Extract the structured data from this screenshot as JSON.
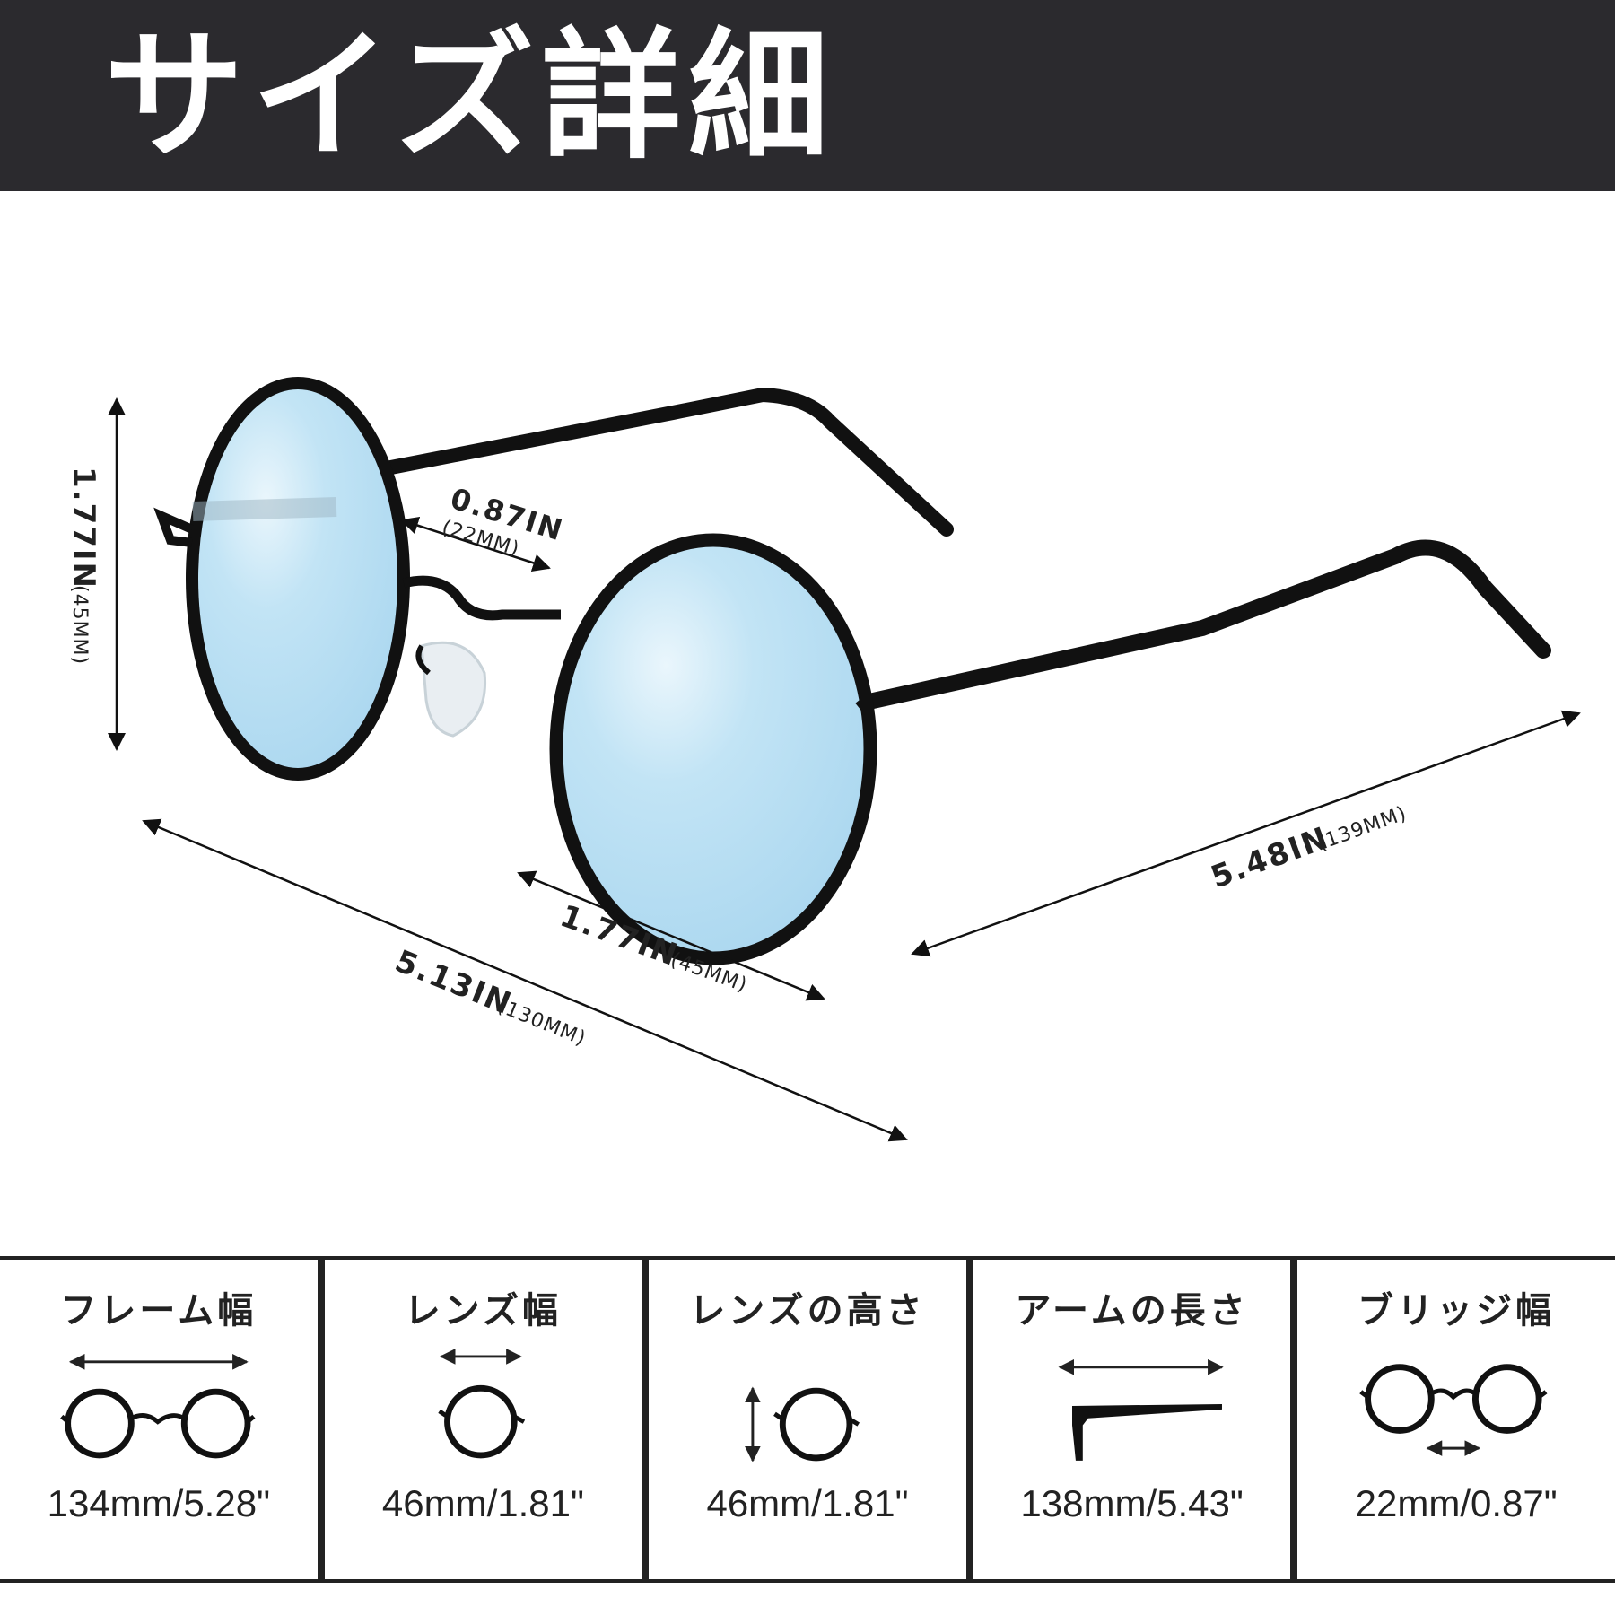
{
  "header": {
    "title": "サイズ詳細"
  },
  "dimensions": {
    "bridge": {
      "main": "0.87IN",
      "sub": "(22MM)"
    },
    "lens_height": {
      "main": "1.77IN",
      "sub": "(45MM)"
    },
    "lens_width": {
      "main": "1.77IN",
      "sub": "(45MM)"
    },
    "frame_width": {
      "main": "5.13IN",
      "sub": "(130MM)"
    },
    "arm_length": {
      "main": "5.48IN",
      "sub": "(139MM)"
    }
  },
  "specs": [
    {
      "label": "フレーム幅",
      "value": "134mm/5.28\"",
      "icon": "frame-width-icon"
    },
    {
      "label": "レンズ幅",
      "value": "46mm/1.81\"",
      "icon": "lens-width-icon"
    },
    {
      "label": "レンズの高さ",
      "value": "46mm/1.81\"",
      "icon": "lens-height-icon"
    },
    {
      "label": "アームの長さ",
      "value": "138mm/5.43\"",
      "icon": "arm-length-icon"
    },
    {
      "label": "ブリッジ幅",
      "value": "22mm/0.87\"",
      "icon": "bridge-width-icon"
    }
  ],
  "colors": {
    "header_bg": "#2b2a2e",
    "lens": "#b7def3",
    "frame": "#111111"
  }
}
